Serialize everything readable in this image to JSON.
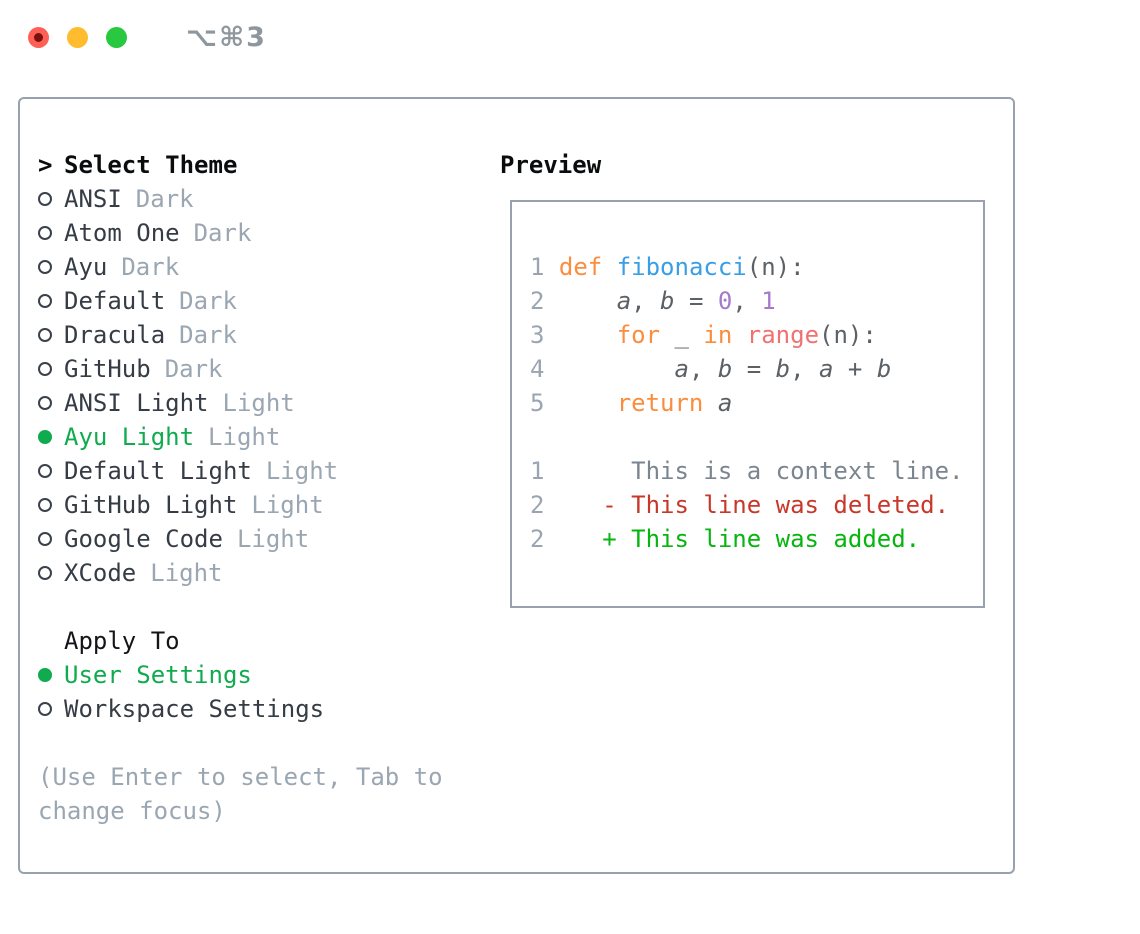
{
  "titlebar": {
    "shortcut": "⌥⌘3",
    "traffic_lights": [
      "close",
      "minimize",
      "zoom"
    ]
  },
  "theme_list": {
    "cursor": ">",
    "title": "Select Theme",
    "items": [
      {
        "name": "ANSI",
        "variant": "Dark",
        "selected": false
      },
      {
        "name": "Atom One",
        "variant": "Dark",
        "selected": false
      },
      {
        "name": "Ayu",
        "variant": "Dark",
        "selected": false
      },
      {
        "name": "Default",
        "variant": "Dark",
        "selected": false
      },
      {
        "name": "Dracula",
        "variant": "Dark",
        "selected": false
      },
      {
        "name": "GitHub",
        "variant": "Dark",
        "selected": false
      },
      {
        "name": "ANSI Light",
        "variant": "Light",
        "selected": false
      },
      {
        "name": "Ayu Light",
        "variant": "Light",
        "selected": true
      },
      {
        "name": "Default Light",
        "variant": "Light",
        "selected": false
      },
      {
        "name": "GitHub Light",
        "variant": "Light",
        "selected": false
      },
      {
        "name": "Google Code",
        "variant": "Light",
        "selected": false
      },
      {
        "name": "XCode",
        "variant": "Light",
        "selected": false
      }
    ]
  },
  "apply_to": {
    "title": "Apply To",
    "options": [
      {
        "label": "User Settings",
        "selected": true
      },
      {
        "label": "Workspace Settings",
        "selected": false
      }
    ]
  },
  "hint": {
    "line1": "(Use Enter to select, Tab to",
    "line2": "change focus)"
  },
  "preview": {
    "title": "Preview",
    "code_lines": [
      {
        "num": "1",
        "tokens": [
          {
            "c": "keyword",
            "t": "def"
          },
          {
            "c": "text",
            "t": " "
          },
          {
            "c": "function",
            "t": "fibonacci"
          },
          {
            "c": "text",
            "t": "(n):"
          }
        ]
      },
      {
        "num": "2",
        "tokens": [
          {
            "c": "text",
            "t": "    "
          },
          {
            "c": "variable",
            "t": "a"
          },
          {
            "c": "text",
            "t": ", "
          },
          {
            "c": "variable",
            "t": "b"
          },
          {
            "c": "text",
            "t": " = "
          },
          {
            "c": "number",
            "t": "0"
          },
          {
            "c": "text",
            "t": ", "
          },
          {
            "c": "number",
            "t": "1"
          }
        ]
      },
      {
        "num": "3",
        "tokens": [
          {
            "c": "text",
            "t": "    "
          },
          {
            "c": "keyword",
            "t": "for"
          },
          {
            "c": "text",
            "t": " _ "
          },
          {
            "c": "keyword",
            "t": "in"
          },
          {
            "c": "text",
            "t": " "
          },
          {
            "c": "builtin",
            "t": "range"
          },
          {
            "c": "text",
            "t": "(n):"
          }
        ]
      },
      {
        "num": "4",
        "tokens": [
          {
            "c": "text",
            "t": "        "
          },
          {
            "c": "variable",
            "t": "a"
          },
          {
            "c": "text",
            "t": ", "
          },
          {
            "c": "variable",
            "t": "b"
          },
          {
            "c": "text",
            "t": " = "
          },
          {
            "c": "variable",
            "t": "b"
          },
          {
            "c": "text",
            "t": ", "
          },
          {
            "c": "variable",
            "t": "a"
          },
          {
            "c": "text",
            "t": " + "
          },
          {
            "c": "variable",
            "t": "b"
          }
        ]
      },
      {
        "num": "5",
        "tokens": [
          {
            "c": "text",
            "t": "    "
          },
          {
            "c": "keyword",
            "t": "return"
          },
          {
            "c": "text",
            "t": " "
          },
          {
            "c": "variable",
            "t": "a"
          }
        ]
      },
      {
        "num": "",
        "tokens": []
      },
      {
        "num": "1",
        "tokens": [
          {
            "c": "context",
            "t": "     This is a context line."
          }
        ]
      },
      {
        "num": "2",
        "tokens": [
          {
            "c": "deleted",
            "t": "   - This line was deleted."
          }
        ]
      },
      {
        "num": "2",
        "tokens": [
          {
            "c": "added",
            "t": "   + This line was added."
          }
        ]
      }
    ]
  },
  "colors": {
    "keyword": "#fa8d3e",
    "function": "#399ee6",
    "builtin": "#f07171",
    "number": "#a37acc",
    "text": "#5c6166",
    "context": "#7a858f",
    "deleted": "#c8382a",
    "added": "#06b50d",
    "line_number": "#9aa5b1",
    "selection": "#10ab4e",
    "muted": "#9aa6b2",
    "border": "#98a2ae",
    "traffic_red": "#ff5f57",
    "traffic_yellow": "#febc2e",
    "traffic_green": "#28c840"
  }
}
